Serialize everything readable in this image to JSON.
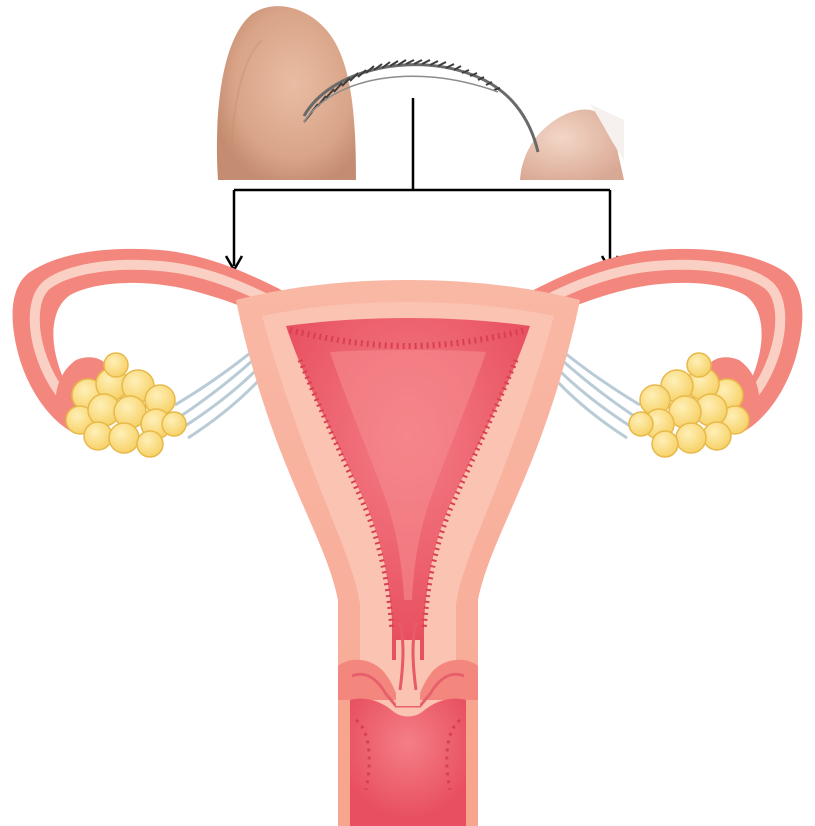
{
  "figure": {
    "description_visible_text": "",
    "components": [
      {
        "name": "coil-insert-photo",
        "kind": "photo"
      },
      {
        "name": "bracket-arrows",
        "kind": "annotation",
        "targets": [
          "left-fallopian-tube",
          "right-fallopian-tube"
        ]
      },
      {
        "name": "uterus",
        "kind": "anatomy"
      },
      {
        "name": "left-fallopian-tube",
        "kind": "anatomy"
      },
      {
        "name": "right-fallopian-tube",
        "kind": "anatomy"
      },
      {
        "name": "left-ovary",
        "kind": "anatomy"
      },
      {
        "name": "right-ovary",
        "kind": "anatomy"
      },
      {
        "name": "cervix",
        "kind": "anatomy"
      },
      {
        "name": "vagina",
        "kind": "anatomy"
      }
    ]
  },
  "colors": {
    "uterus_outer": "#f7a58f",
    "uterus_light": "#fbc9b8",
    "uterus_cavity": "#ee5a6a",
    "uterus_cavity_light": "#f58a8e",
    "tube_outer": "#f4877d",
    "tube_inner": "#fbd0c4",
    "ovary_fill": "#fbd97a",
    "ovary_stroke": "#e8b94a",
    "ligament": "#c9d7e0",
    "arrow": "#000000",
    "skin": "#e3b49a",
    "skin_shadow": "#c99478",
    "coil": "#5a5a5a"
  }
}
